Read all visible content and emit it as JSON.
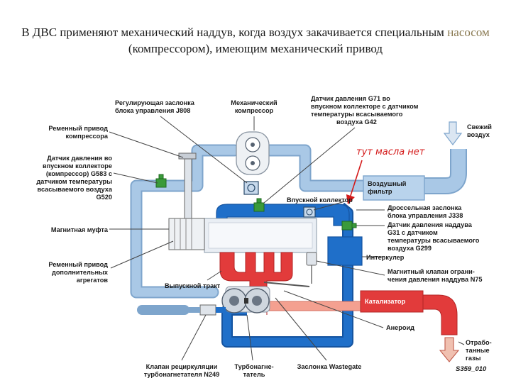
{
  "heading": {
    "part1": "В ДВС применяют механический наддув, когда воздух закачивается специальным ",
    "highlight": "насосом",
    "part2": "(компрессором), имеющим механический привод"
  },
  "labels": {
    "throttle_j808": [
      "Регулирующая заслонка",
      "блока управления J808"
    ],
    "mech_compressor": [
      "Механический",
      "компрессор"
    ],
    "sensor_g71": [
      "Датчик давления G71 во",
      "впускном коллекторе с датчиком",
      "температуры всасываемого",
      "воздуха G42"
    ],
    "fresh_air": [
      "Свежий",
      "воздух"
    ],
    "belt_compressor": [
      "Ременный привод",
      "компрессора"
    ],
    "sensor_g583": [
      "Датчик давления во",
      "впускном коллекторе",
      "(компрессор) G583 с",
      "датчиком температуры",
      "всасываемого воздуха",
      "G520"
    ],
    "air_filter": [
      "Воздушный",
      "фильтр"
    ],
    "intake_manifold": "Впускной коллектор",
    "throttle_j338": [
      "Дроссельная заслонка",
      "блока управления J338"
    ],
    "magnetic_clutch": "Магнитная муфта",
    "sensor_g31": [
      "Датчик давления наддува",
      "G31 с датчиком",
      "температуры всасываемого",
      "воздуха G299"
    ],
    "intercooler": "Интеркулер",
    "belt_aux": [
      "Ременный привод",
      "дополнительных",
      "агрегатов"
    ],
    "solenoid_n75": [
      "Магнитный клапан ограни-",
      "чения давления наддува N75"
    ],
    "exhaust_tract": "Выпускной тракт",
    "catalyst": "Катализатор",
    "aneroid": "Анероид",
    "exhaust_gas": [
      "Отрабо-",
      "танные",
      "газы"
    ],
    "recirc_n249": [
      "Клапан рециркуляции",
      "турбонагнетателя N249"
    ],
    "turbocharger": [
      "Турбонагне-",
      "татель"
    ],
    "wastegate": "Заслонка Wastegate"
  },
  "annotation": "тут масла нет",
  "figure_code": "S359_010",
  "colors": {
    "light_duct": "#a9c8e6",
    "light_duct_edge": "#7ea5cc",
    "dark_duct": "#1f6fc9",
    "dark_duct_edge": "#1554a0",
    "exhaust": "#e23b3b",
    "exhaust_light": "#f4a090",
    "sensor_green": "#3a9a3a",
    "annotation_red": "#d41a1a"
  }
}
